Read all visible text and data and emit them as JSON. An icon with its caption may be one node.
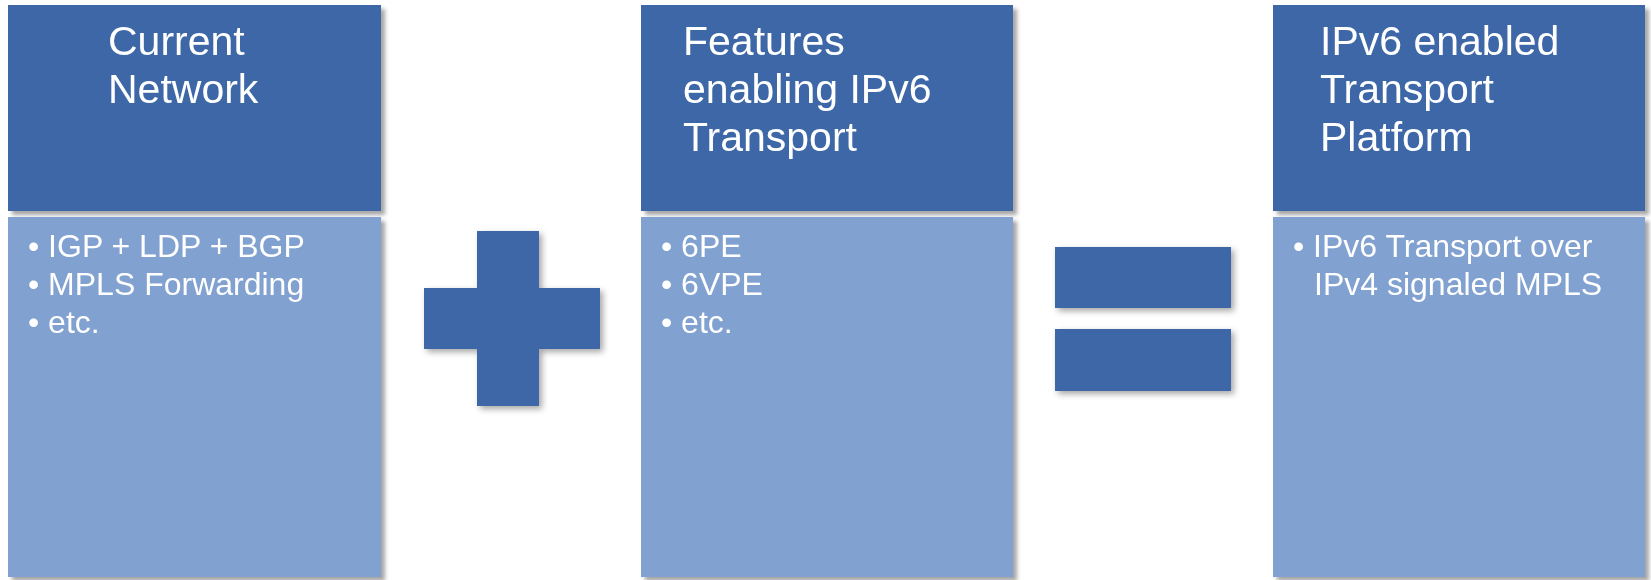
{
  "diagram": {
    "nodes": [
      {
        "text": [
          "Current Network"
        ]
      },
      {
        "text": [
          "• IGP + LDP + BGP",
          "• MPLS Forwarding",
          "• etc."
        ]
      },
      {
        "text": [],
        "shape": "plus"
      },
      {
        "text": [
          "Features enabling IPv6 Transport"
        ]
      },
      {
        "text": [
          "• 6PE",
          "• 6VPE",
          "• etc."
        ]
      },
      {
        "text": [],
        "shape": "equals"
      },
      {
        "text": [
          "IPv6 enabled Transport Platform"
        ]
      },
      {
        "text": [
          "• IPv6 Transport over IPv4 signaled MPLS"
        ]
      }
    ]
  }
}
